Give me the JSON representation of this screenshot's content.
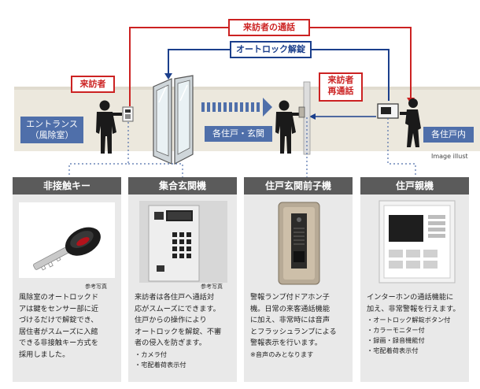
{
  "diagram": {
    "label_visitor_call": "来訪者の通話",
    "label_autolock": "オートロック解錠",
    "label_visitor": "来訪者",
    "label_visitor_recall": "来訪者\n再通話",
    "label_entrance": "エントランス\n（風除室）",
    "label_corridor": "各住戸・玄関",
    "label_unit_interior": "各住戸内",
    "image_note": "Image illust",
    "colors": {
      "red": "#cc2222",
      "blue": "#1b3f8c",
      "band": "#ece8dd",
      "zone": "#4f6faa"
    }
  },
  "cards": [
    {
      "title": "非接触キー",
      "photo_note": "参考写真",
      "text": "風除室のオートロックド\nアは鍵をセンサー部に近\nづけるだけで解錠でき、\n居住者がスムーズに入館\nできる非接触キー方式を\n採用しました。",
      "sub": ""
    },
    {
      "title": "集合玄関機",
      "photo_note": "参考写真",
      "text": "来訪者は各住戸へ通話対\n応がスムーズにできます。\n住戸からの操作により\nオートロックを解錠、不審\n者の侵入を防ぎます。",
      "sub": "・カメラ付\n・宅配着荷表示付"
    },
    {
      "title": "住戸玄関前子機",
      "photo_note": "",
      "text": "警報ランプ付ドアホン子\n機。日常の来客通話機能\nに加え、非常時には音声\nとフラッシュランプによる\n警報表示を行います。",
      "sub": "※音声のみとなります"
    },
    {
      "title": "住戸親機",
      "photo_note": "",
      "text": "インターホンの通話機能に\n加え、非常警報を行えます。",
      "sub": "・オートロック解錠ボタン付\n・カラーモニター付\n・録画・録音機能付\n・宅配着荷表示付"
    }
  ]
}
